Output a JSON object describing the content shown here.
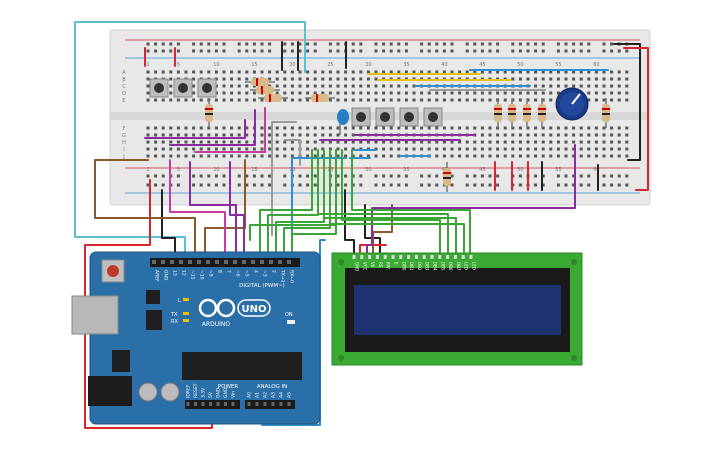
{
  "breadboard": {
    "top_column_numbers": [
      "1",
      "5",
      "10",
      "15",
      "20",
      "25",
      "30",
      "35",
      "40",
      "45",
      "50",
      "55",
      "60"
    ],
    "bottom_column_numbers": [
      "1",
      "5",
      "10",
      "15",
      "20",
      "25",
      "30",
      "35",
      "40",
      "45",
      "50",
      "55",
      "60"
    ],
    "row_letters_top": [
      "A",
      "B",
      "C",
      "D",
      "E"
    ],
    "row_letters_bottom": [
      "F",
      "G",
      "H",
      "I",
      "J"
    ]
  },
  "arduino": {
    "logo_text": "UNO",
    "brand": "ARDUINO",
    "digital_label": "DIGITAL (PWM~)",
    "power_label": "POWER",
    "analog_label": "ANALOG IN",
    "led_labels": [
      "L",
      "TX",
      "RX"
    ],
    "on_label": "ON",
    "digital_pins": [
      "AREF",
      "GND",
      "13",
      "12",
      "~11",
      "~10",
      "~9",
      "8",
      "7",
      "~6",
      "~5",
      "4",
      "~3",
      "2",
      "TX→1",
      "RX←0"
    ],
    "power_pins": [
      "IOREF",
      "RESET",
      "3.3V",
      "5V",
      "GND",
      "GND",
      "Vin"
    ],
    "analog_pins": [
      "A0",
      "A1",
      "A2",
      "A3",
      "A4",
      "A5"
    ]
  },
  "lcd": {
    "pins": [
      "GND",
      "VCC",
      "V0",
      "RS",
      "RW",
      "E",
      "DB0",
      "DB1",
      "DB2",
      "DB3",
      "DB4",
      "DB5",
      "DB6",
      "DB7",
      "LED",
      "LED"
    ]
  },
  "colors": {
    "board_bg": "#e6e6e6",
    "arduino_blue": "#2a6fa8",
    "lcd_green": "#3aaa35",
    "lcd_screen": "#1e3270",
    "wire_red": "#d9262c",
    "wire_black": "#222222",
    "wire_green": "#3aa635",
    "wire_purple": "#8a2ca0",
    "wire_brown": "#8a5a2b",
    "wire_blue": "#2f8fd1",
    "wire_cyan": "#5bc0d0",
    "wire_magenta": "#c83ca0",
    "wire_gray": "#9a9a9a",
    "wire_yellow": "#e8c11a"
  }
}
